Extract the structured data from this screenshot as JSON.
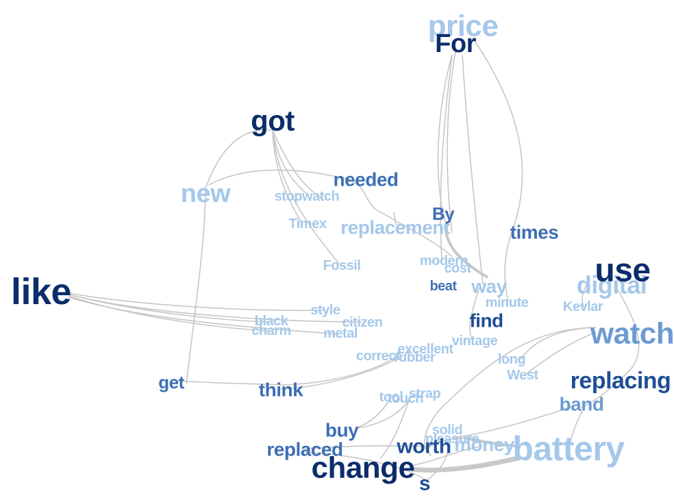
{
  "colors": {
    "edge": "#c6c6c6",
    "shade1": "#0b2d6b",
    "shade2": "#1f4e96",
    "shade3": "#3d6fb5",
    "shade4": "#6c9bd2",
    "shade5": "#a5c8ea"
  },
  "words": {
    "price": "price",
    "for": "For",
    "got": "got",
    "new": "new",
    "needed": "needed",
    "stopwatch": "stopwatch",
    "timex": "Timex",
    "replacement": "replacement",
    "by": "By",
    "times": "times",
    "fossil": "Fossil",
    "modern": "modern",
    "cost": "cost",
    "beat": "beat",
    "way": "way",
    "digital": "digital",
    "use": "use",
    "minute": "minute",
    "kevlar": "Kevlar",
    "like": "like",
    "style": "style",
    "black": "black",
    "citizen": "citizen",
    "charm": "charm",
    "metal": "metal",
    "find": "find",
    "vintage": "vintage",
    "watch": "watch",
    "excellent": "excellent",
    "correct": "correct",
    "rubber": "rubber",
    "long": "long",
    "west": "West",
    "get": "get",
    "think": "think",
    "replacing": "replacing",
    "tool": "tool",
    "touch": "touch",
    "strap": "strap",
    "band": "band",
    "buy": "buy",
    "solid": "solid",
    "pleasure": "pleasure",
    "replaced": "replaced",
    "worth": "worth",
    "money": "money",
    "battery": "battery",
    "change": "change",
    "s": "s"
  }
}
